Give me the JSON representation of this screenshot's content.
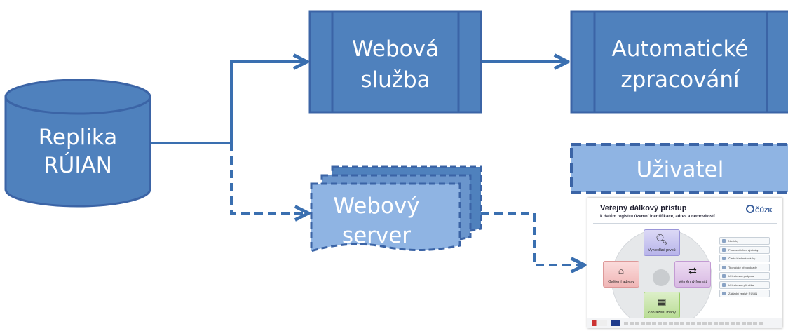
{
  "colors": {
    "fill": "#4f81bd",
    "stroke": "#3b64a6",
    "fill_light": "#8fb4e3",
    "arrow": "#3a6fb0"
  },
  "nodes": {
    "replika": {
      "line1": "Replika",
      "line2": "RÚIAN"
    },
    "webova_sluzba": {
      "line1": "Webová",
      "line2": "služba"
    },
    "automaticke": {
      "line1": "Automatické",
      "line2": "zpracování"
    },
    "webovy_server": {
      "line1": "Webový",
      "line2": "server"
    },
    "uzivatel": {
      "label": "Uživatel"
    }
  },
  "portal": {
    "title": "Veřejný dálkový přístup",
    "subtitle": "k datům registru územní identifikace, adres a nemovitostí",
    "logo": "ČÚZK",
    "tiles": {
      "search": "Vyhledání prvků",
      "address": "Ověření adresy",
      "format": "Výměnný formát",
      "map": "Zobrazení mapy"
    },
    "menu": [
      "Novinky",
      "Provozní info a výstrahy",
      "Často kladené otázky",
      "Technické předpoklady",
      "Uživatelská podpora",
      "Uživatelská příručka",
      "Základní registr RÚIAN"
    ]
  }
}
